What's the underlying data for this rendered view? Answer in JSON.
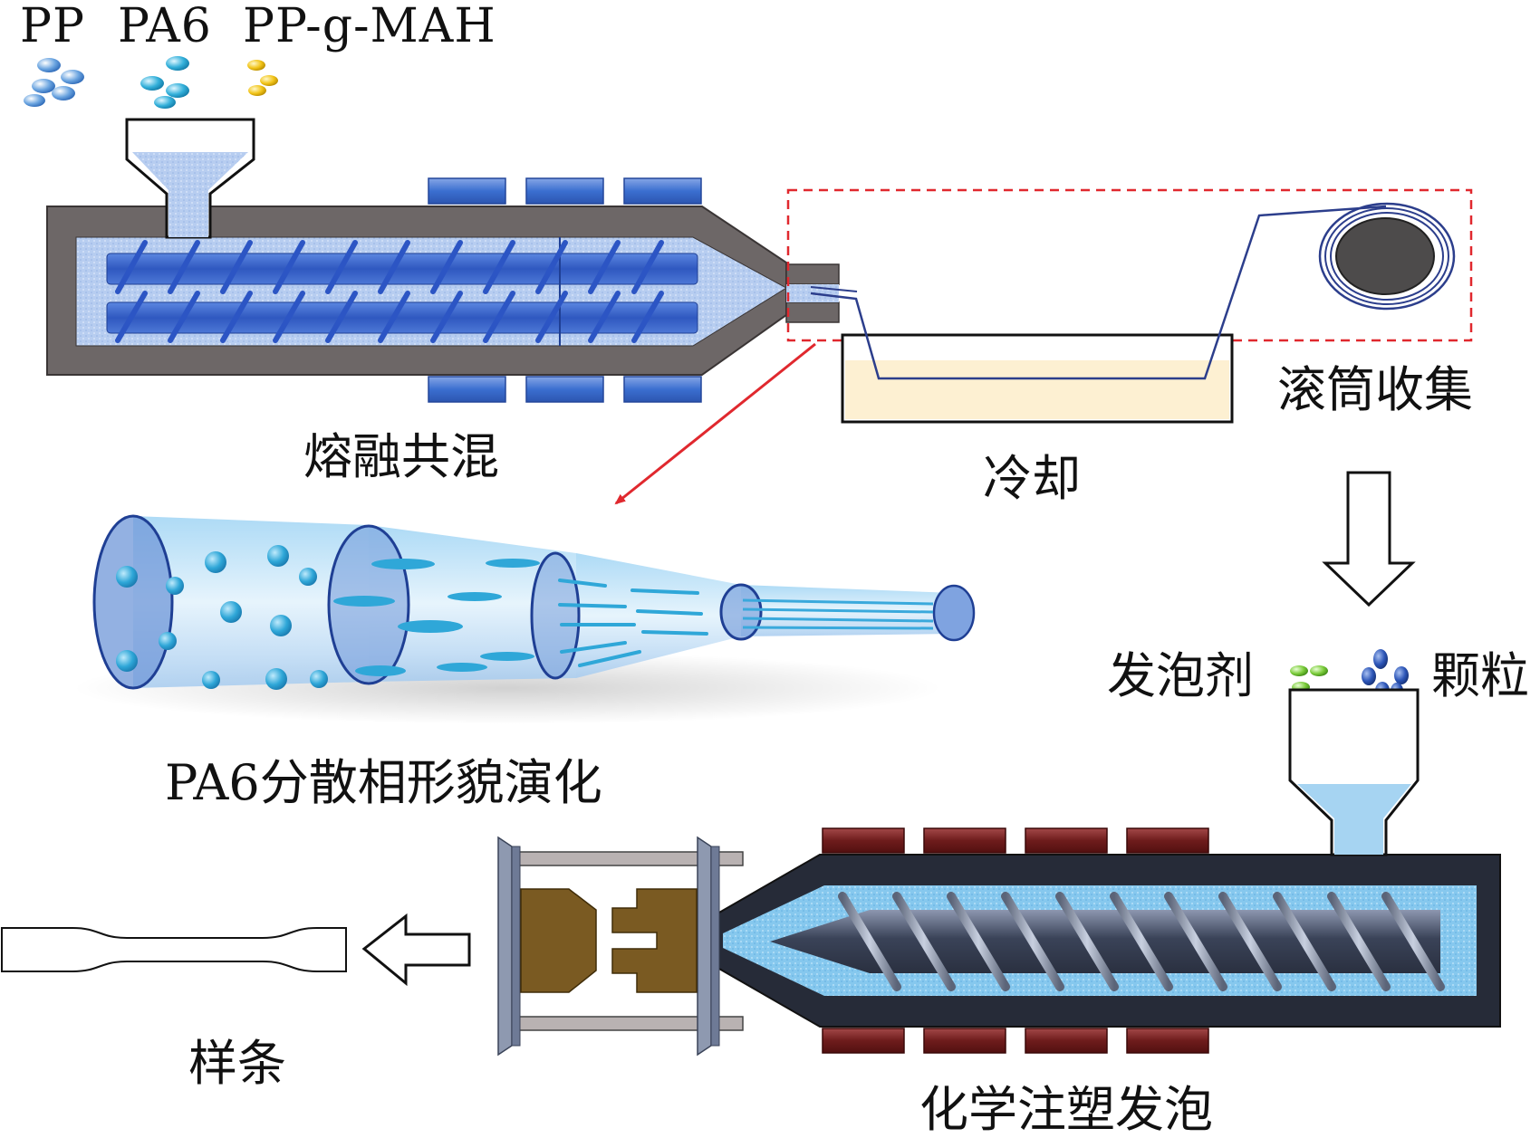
{
  "materials": {
    "pp": "PP",
    "pa6": "PA6",
    "compat": "PP-g-MAH"
  },
  "steps": {
    "melt_blending": "熔融共混",
    "cooling": "冷却",
    "roller_collection": "滚筒收集",
    "morphology": "PA6分散相形貌演化",
    "foaming_agent": "发泡剂",
    "pellets": "颗粒",
    "injection_foaming": "化学注塑发泡",
    "specimen": "样条"
  },
  "colors": {
    "barrel_gray": "#6d6767",
    "screw_blue": "#3a63c8",
    "heater_blue": "#3b6fd0",
    "heater_red": "#6e1c1c",
    "highlight_red": "#e0282e",
    "cooling_bath": "#fdf0d2",
    "droplet_cyan": "#2fa7d8",
    "mold_brown": "#7a5a22"
  }
}
